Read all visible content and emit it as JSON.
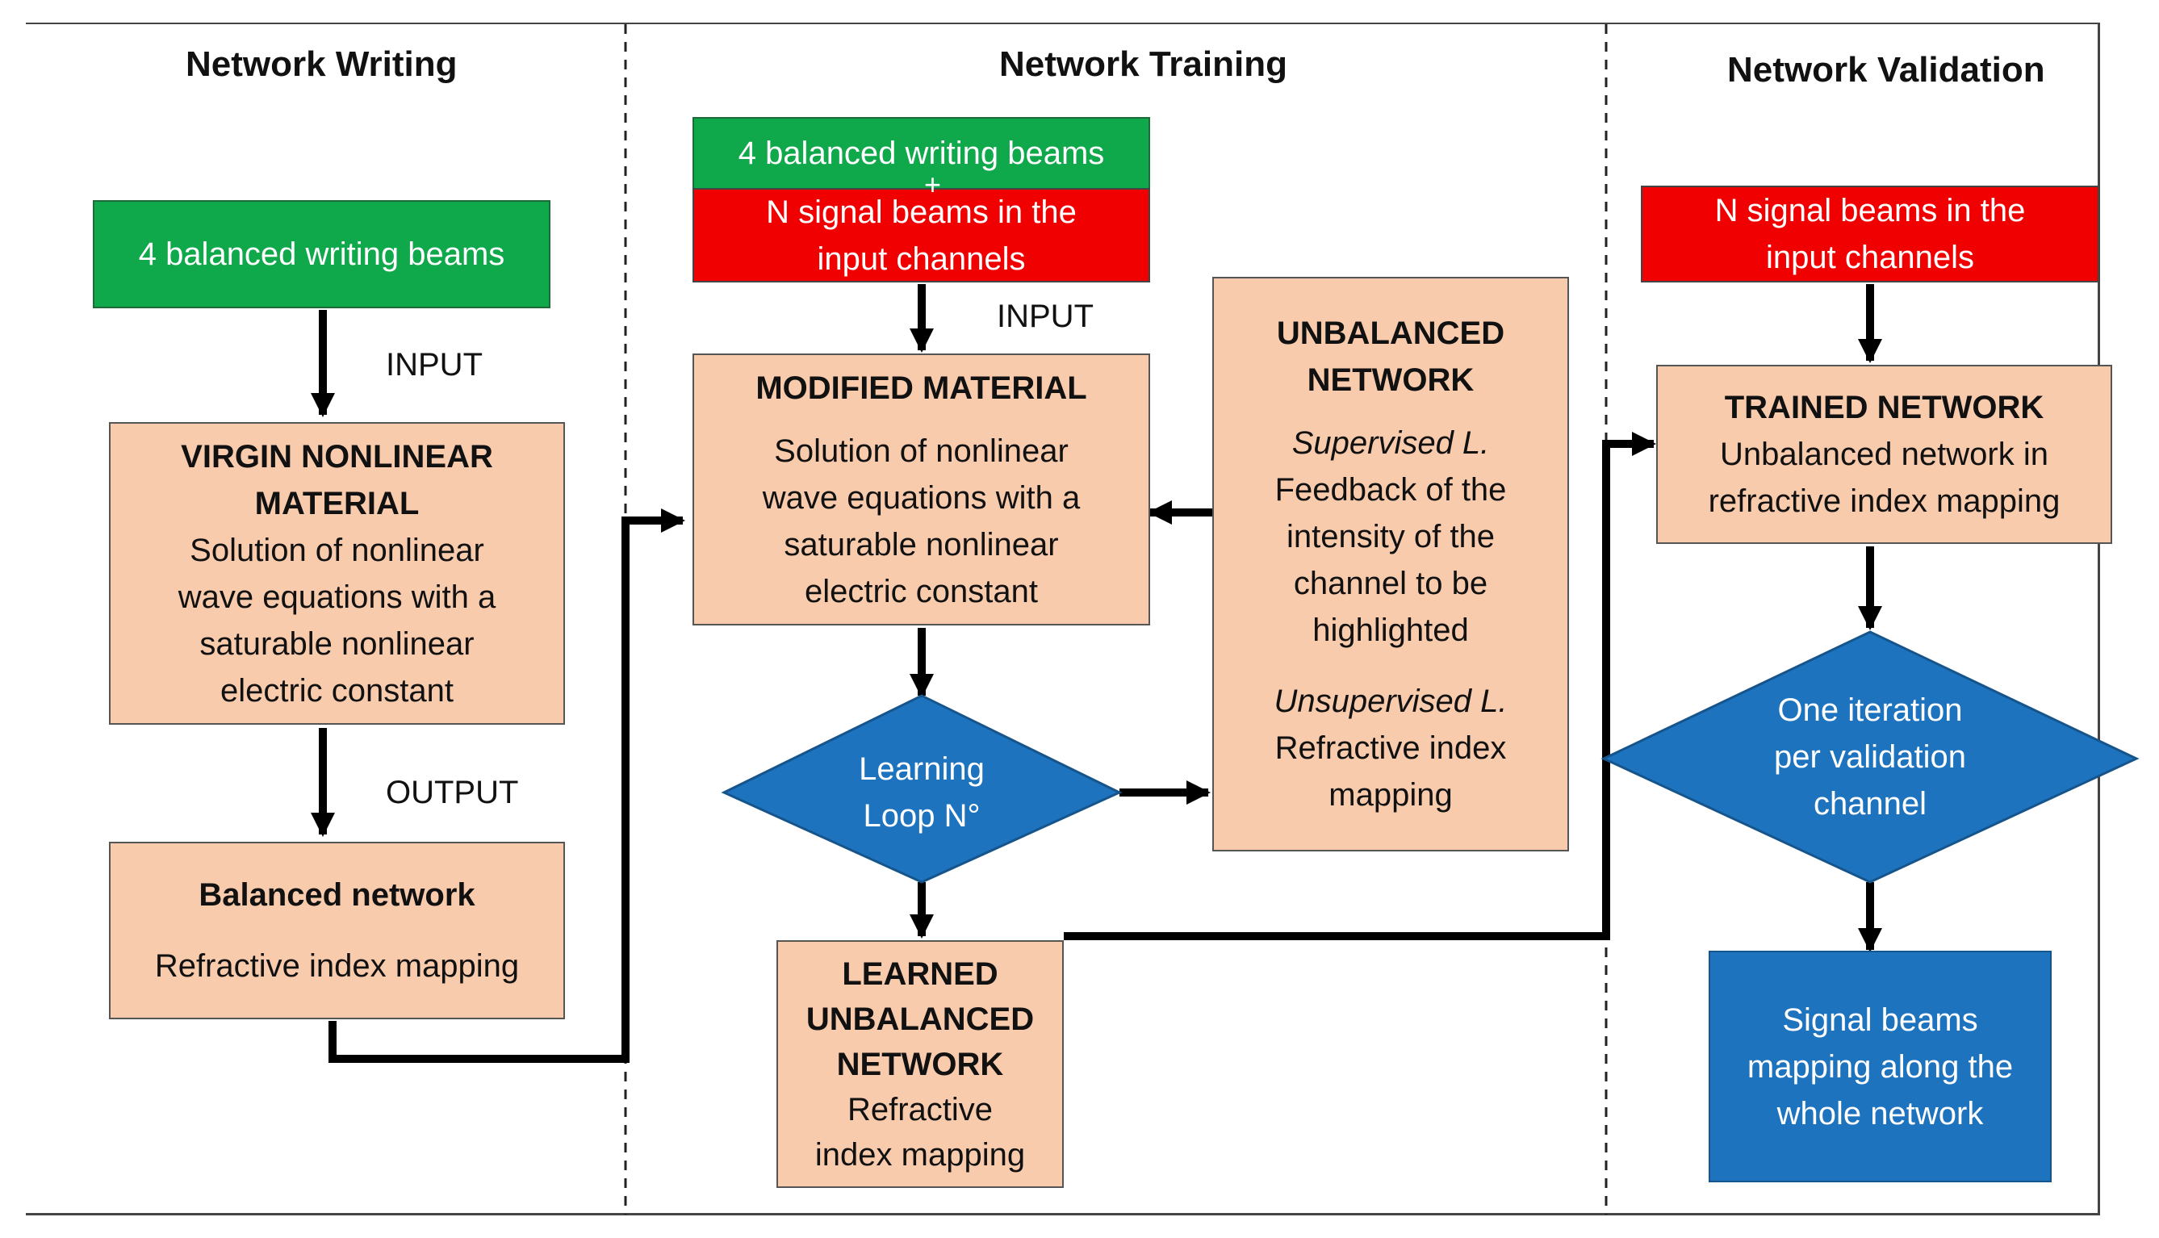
{
  "sections": {
    "writing": "Network Writing",
    "training": "Network Training",
    "validation": "Network Validation"
  },
  "writing": {
    "beams": "4 balanced writing beams",
    "input_label": "INPUT",
    "virgin_title_1": "VIRGIN NONLINEAR",
    "virgin_title_2": "MATERIAL",
    "virgin_lines": [
      "Solution of nonlinear",
      "wave equations with a",
      "saturable nonlinear",
      "electric constant"
    ],
    "output_label": "OUTPUT",
    "balanced_title": "Balanced network",
    "balanced_text": "Refractive index mapping"
  },
  "training": {
    "beams": "4 balanced writing beams",
    "plus": "+",
    "signal_lines": [
      "N signal beams in the",
      "input channels"
    ],
    "input_label": "INPUT",
    "modified_title": "MODIFIED MATERIAL",
    "modified_lines": [
      "Solution of nonlinear",
      "wave equations with a",
      "saturable nonlinear",
      "electric constant"
    ],
    "loop_lines": [
      "Learning",
      "Loop N°"
    ],
    "unbalanced_title_1": "UNBALANCED",
    "unbalanced_title_2": "NETWORK",
    "supervised": "Supervised L.",
    "supervised_lines": [
      "Feedback of the",
      "intensity of the",
      "channel to be",
      "highlighted"
    ],
    "unsupervised": "Unsupervised L.",
    "unsupervised_lines": [
      "Refractive index",
      "mapping"
    ],
    "learned_title_1": "LEARNED",
    "learned_title_2": "UNBALANCED",
    "learned_title_3": "NETWORK",
    "learned_lines": [
      "Refractive",
      "index mapping"
    ]
  },
  "validation": {
    "signal_lines": [
      "N signal beams in the",
      "input channels"
    ],
    "trained_title": "TRAINED NETWORK",
    "trained_lines": [
      "Unbalanced network in",
      "refractive index mapping"
    ],
    "iteration_lines": [
      "One iteration",
      "per validation",
      "channel"
    ],
    "output_lines": [
      "Signal beams",
      "mapping along the",
      "whole network"
    ]
  },
  "colors": {
    "green": "#0fa84a",
    "red": "#f00000",
    "orange": "#f9cbad",
    "blue": "#1e73be"
  }
}
